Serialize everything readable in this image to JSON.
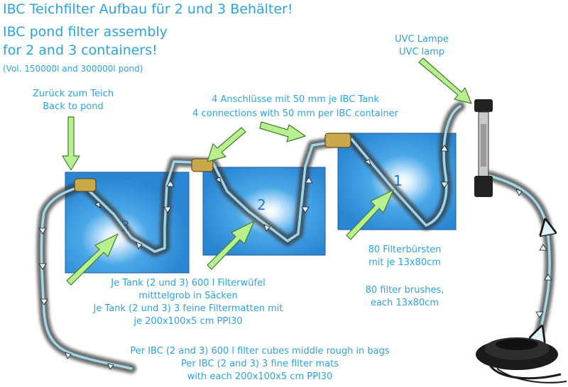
{
  "title": {
    "line1": "IBC Teichfilter Aufbau für 2 und 3 Behälter!",
    "line2": "IBC pond filter assembly",
    "line3": "for 2 and 3 containers!",
    "line4": "(Vol. 150000l and 300000l pond)"
  },
  "labels": {
    "back_to_pond_de": "Zurück zum Teich",
    "back_to_pond_en": "Back to pond",
    "connections_de": "4 Anschlüsse mit 50 mm je IBC Tank",
    "connections_en": "4 connections with 50 mm per IBC container",
    "uvc_de": "UVC Lampe",
    "uvc_en": "UVC lamp",
    "brushes_de_1": "80 Filterbürsten",
    "brushes_de_2": "mit je 13x80cm",
    "brushes_en_1": "80 filter brushes,",
    "brushes_en_2": "each 13x80cm",
    "media_de_1": "Je Tank (2 und 3) 600 l Filterwüfel",
    "media_de_2": "mitttelgrob in Säcken",
    "media_de_3": "Je Tank (2 und 3) 3 feine Filtermatten mit",
    "media_de_4": "je 200x100x5 cm PPI30",
    "media_en_1": "Per IBC (2 and 3) 600 l filter cubes middle rough in bags",
    "media_en_2": "Per IBC (2 and 3) 3 fine filter mats",
    "media_en_3": "with each 200x100x5 cm PPI30"
  },
  "tanks": [
    {
      "number": "3"
    },
    {
      "number": "2"
    },
    {
      "number": "1"
    }
  ],
  "colors": {
    "text": "#2aa3e0",
    "tank_fill": "#2f8fd8",
    "tank_glow": "#e8f6ff",
    "hose": "#8ecfe8",
    "hose_shadow": "#3a3a3a",
    "arrow": "#b8f090",
    "arrow_stroke": "#3f7a2a",
    "fitting": "#c8a84a"
  }
}
